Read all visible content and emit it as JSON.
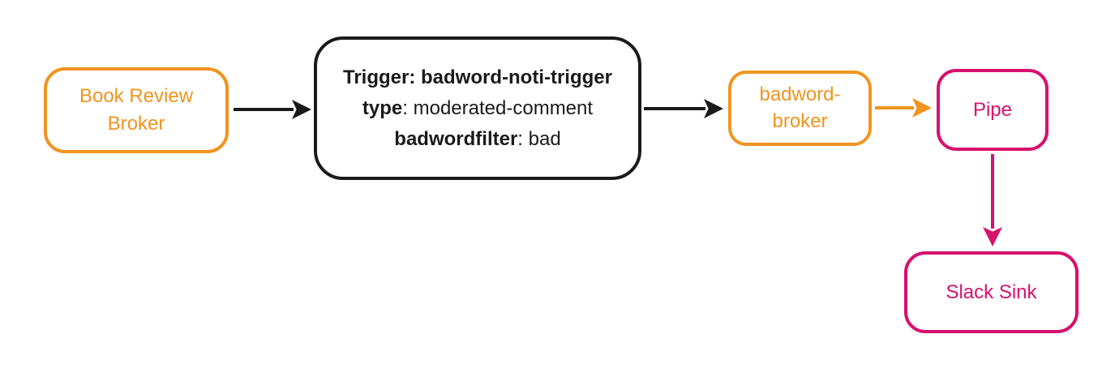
{
  "diagram": {
    "nodes": {
      "book_review_broker": {
        "label": "Book Review Broker",
        "color": "#F0941F"
      },
      "trigger": {
        "color": "#1A1A1A",
        "lines": [
          {
            "bold": "Trigger: badword-noti-trigger",
            "regular": ""
          },
          {
            "bold": "type",
            "regular": ": moderated-comment"
          },
          {
            "bold": "badwordfilter",
            "regular": ": bad"
          }
        ]
      },
      "badword_broker": {
        "label": "badword-broker",
        "color": "#F0941F"
      },
      "pipe": {
        "label": "Pipe",
        "color": "#D8106E"
      },
      "slack_sink": {
        "label": "Slack Sink",
        "color": "#D8106E"
      }
    },
    "edges": [
      {
        "from": "book_review_broker",
        "to": "trigger",
        "color": "#1A1A1A"
      },
      {
        "from": "trigger",
        "to": "badword_broker",
        "color": "#1A1A1A"
      },
      {
        "from": "badword_broker",
        "to": "pipe",
        "color": "#F0941F"
      },
      {
        "from": "pipe",
        "to": "slack_sink",
        "color": "#D8106E"
      }
    ],
    "colors": {
      "orange": "#F0941F",
      "pink": "#D8106E",
      "black": "#1A1A1A",
      "background": "#FFFFFF"
    }
  }
}
